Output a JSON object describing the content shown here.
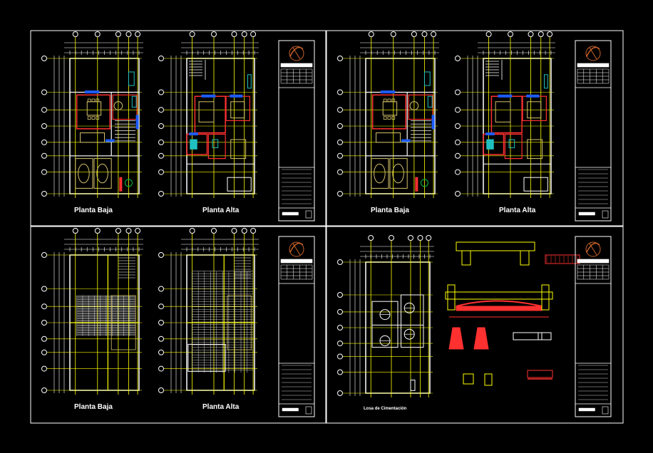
{
  "sheets": [
    {
      "id": "q1",
      "labels": [
        "Planta Baja",
        "Planta Alta"
      ]
    },
    {
      "id": "q2",
      "labels": [
        "Planta Baja",
        "Planta Alta"
      ]
    },
    {
      "id": "q3",
      "labels": [
        "Planta Baja",
        "Planta Alta"
      ]
    },
    {
      "id": "q4",
      "labels": [
        "Losa de Cimentación"
      ]
    }
  ],
  "colors": {
    "background": "#000000",
    "frame": "#ffffff",
    "wall": "#ffffff",
    "axis": "#ffff00",
    "furniture": "#d4c36a",
    "window": "#1d5cff",
    "highlight": "#ff3030",
    "fixture": "#20c0c0",
    "logo": "#c8622a",
    "green": "#00c040"
  }
}
